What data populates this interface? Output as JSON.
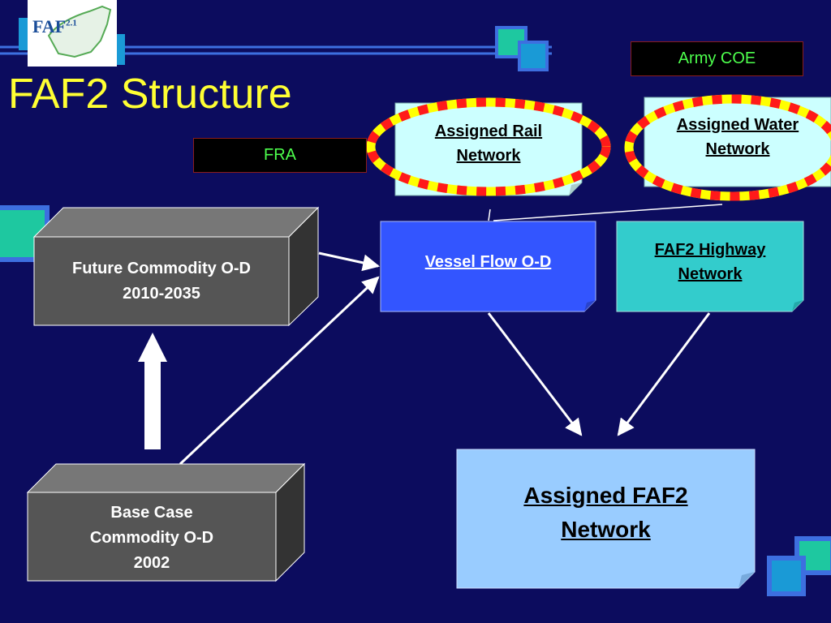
{
  "slide": {
    "title": "FAF2 Structure",
    "logo": {
      "text": "FAF",
      "version": "2.1"
    }
  },
  "labels": {
    "army_coe": "Army COE",
    "fra": "FRA"
  },
  "nodes": {
    "assigned_rail": {
      "line1": "Assigned Rail",
      "line2": "Network"
    },
    "assigned_water": {
      "line1": "Assigned Water",
      "line2": "Network"
    },
    "vessel_flow": {
      "line1": "Vessel Flow O-D"
    },
    "faf2_highway": {
      "line1": "FAF2 Highway",
      "line2": "Network"
    },
    "future_commodity": {
      "line1": "Future Commodity O-D",
      "line2": "2010-2035"
    },
    "base_case": {
      "line1": "Base Case",
      "line2": "Commodity O-D",
      "line3": "2002"
    },
    "assigned_faf2": {
      "line1": "Assigned FAF2",
      "line2": "Network"
    }
  },
  "colors": {
    "background": "#0c0c5e",
    "title": "#ffff33",
    "label_text": "#4dff4d",
    "vessel_fill": "#3355ff",
    "highway_fill": "#33cccc",
    "light_note_fill": "#ccffff",
    "result_fill": "#99ccff",
    "cube_fill": "#555555",
    "dash_red": "#ff1a1a",
    "dash_yellow": "#ffff00"
  }
}
